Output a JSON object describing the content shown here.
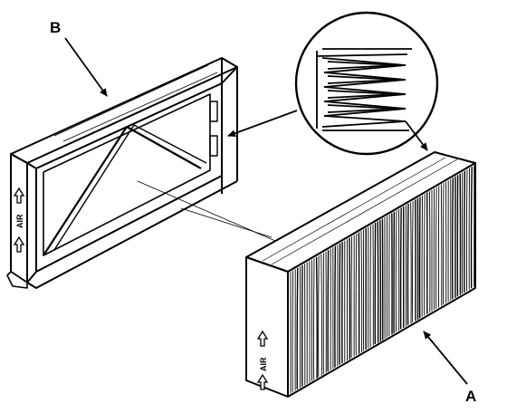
{
  "callouts": {
    "frame_label": "B",
    "filter_label": "A"
  },
  "markings": {
    "frame_stamp": "AIR",
    "filter_stamp": "AIR",
    "direction_icon": "up-arrow-icon"
  },
  "colors": {
    "ink": "#000000",
    "paper": "#ffffff"
  }
}
